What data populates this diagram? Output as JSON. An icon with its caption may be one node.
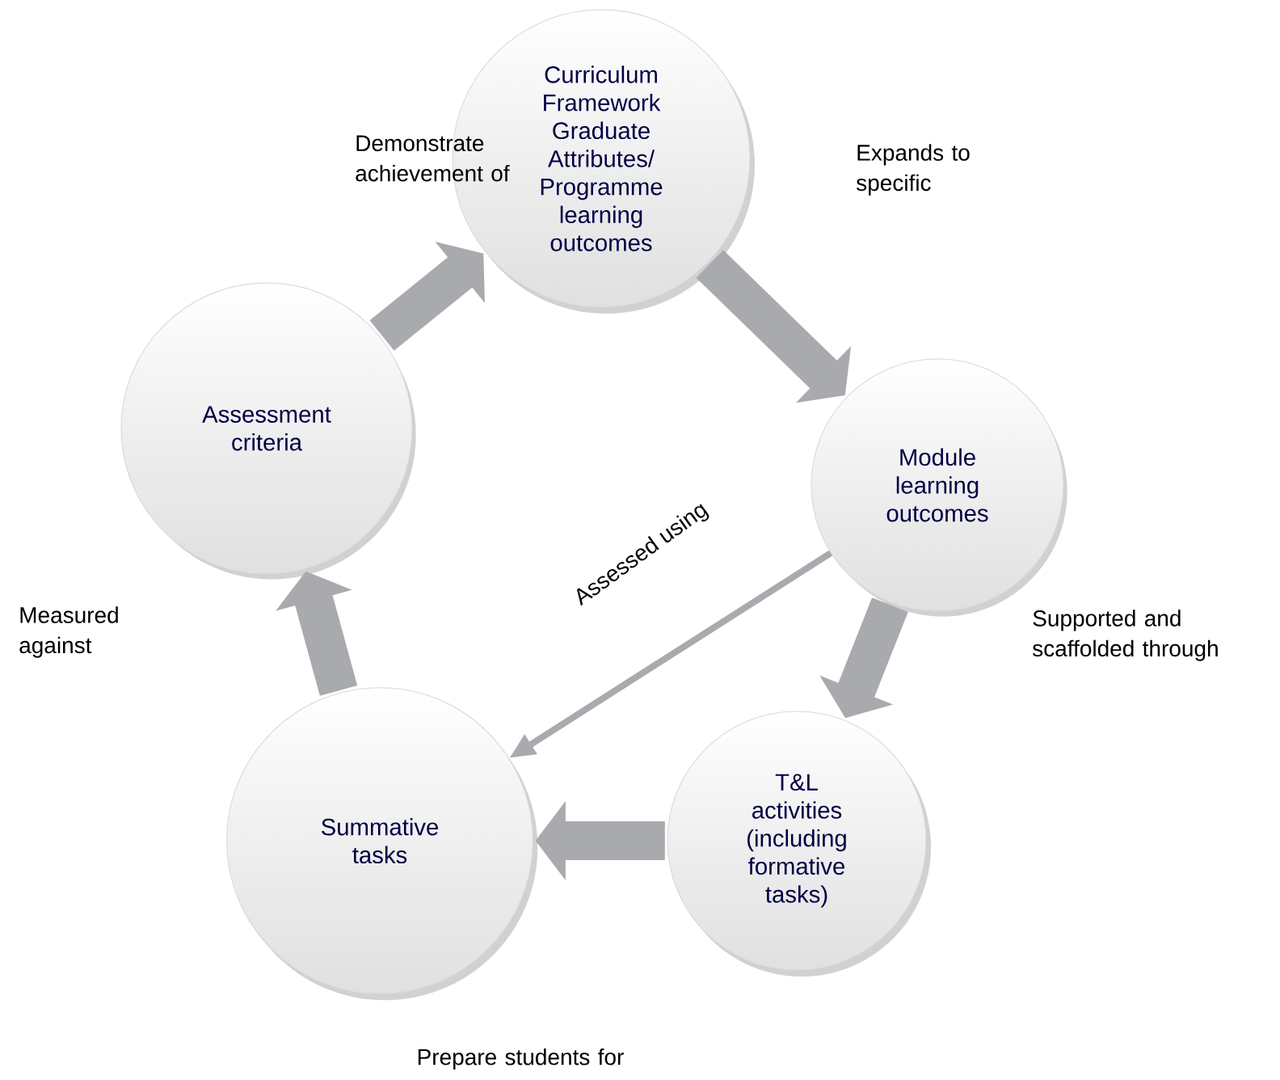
{
  "diagram": {
    "nodes": [
      {
        "text": [
          "Curriculum Framework Graduate Attributes/ Programme learning outcomes"
        ]
      },
      {
        "text": [
          "Module learning outcomes"
        ]
      },
      {
        "text": [
          "T&L activities (including formative tasks)"
        ]
      },
      {
        "text": [
          "Summative tasks"
        ]
      },
      {
        "text": [
          "Assessment criteria"
        ]
      }
    ],
    "edges": [
      {
        "from": 4,
        "to": 0,
        "arrow": "to"
      },
      {
        "from": 0,
        "to": 1,
        "arrow": "to"
      },
      {
        "from": 1,
        "to": 2,
        "arrow": "to"
      },
      {
        "from": 2,
        "to": 3,
        "arrow": "to"
      },
      {
        "from": 3,
        "to": 4,
        "arrow": "to"
      },
      {
        "from": 1,
        "to": 3,
        "arrow": "to",
        "label": "Assessed using"
      }
    ],
    "labels": [
      "Demonstrate achievement of",
      "Expands to specific",
      "Measured against",
      "Supported and scaffolded through",
      "Prepare students for"
    ]
  }
}
